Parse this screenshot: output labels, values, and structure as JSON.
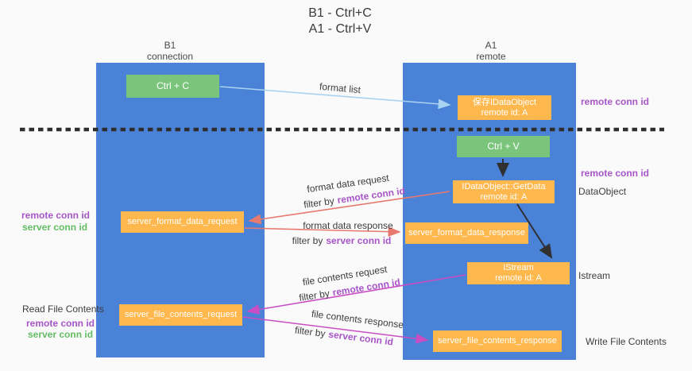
{
  "title": {
    "line1": "B1 - Ctrl+C",
    "line2": "A1 - Ctrl+V"
  },
  "columns": {
    "left": {
      "name": "B1",
      "subtitle": "connection"
    },
    "right": {
      "name": "A1",
      "subtitle": "remote"
    }
  },
  "nodes": {
    "ctrl_c": {
      "label": "Ctrl + C"
    },
    "save_idataobject": {
      "line1": "保存IDataObject",
      "line2": "remote id: A"
    },
    "ctrl_v": {
      "label": "Ctrl + V"
    },
    "getdata": {
      "line1": "IDataObject::GetData",
      "line2": "remote id: A"
    },
    "istream": {
      "line1": "IStream",
      "line2": "remote id: A"
    },
    "server_format_data_request": {
      "label": "server_format_data_request"
    },
    "server_format_data_response": {
      "label": "server_format_data_response"
    },
    "server_file_contents_request": {
      "label": "server_file_contents_request"
    },
    "server_file_contents_response": {
      "label": "server_file_contents_response"
    }
  },
  "annotations": {
    "remote_conn_id_right_top": "remote conn id",
    "remote_conn_id_right_mid": "remote conn id",
    "dataobject": "DataObject",
    "istream_label": "Istream",
    "remote_conn_id_left_top": "remote conn id",
    "server_conn_id_left_top": "server conn id",
    "read_file_contents": "Read File Contents",
    "remote_conn_id_left_bottom": "remote conn id",
    "server_conn_id_left_bottom": "server conn id",
    "write_file_contents": "Write File Contents"
  },
  "flow_labels": {
    "format_list": "format list",
    "format_data_request": "format data request",
    "format_data_response": "format data response",
    "file_contents_request": "file contents request",
    "file_contents_response": "file contents response",
    "filter_by": "filter by",
    "remote_conn_id": "remote conn id",
    "server_conn_id": "server conn id"
  },
  "colors": {
    "column_blue": "#4a82d8",
    "box_green": "#7bc47b",
    "box_orange": "#ffb84d",
    "arrow_light_blue": "#a9d2f0",
    "arrow_red": "#e8796e",
    "arrow_magenta": "#c94ec4",
    "arrow_black": "#303030",
    "label_purple": "#a855c8",
    "label_green": "#63bd63",
    "background": "#fafafa"
  }
}
